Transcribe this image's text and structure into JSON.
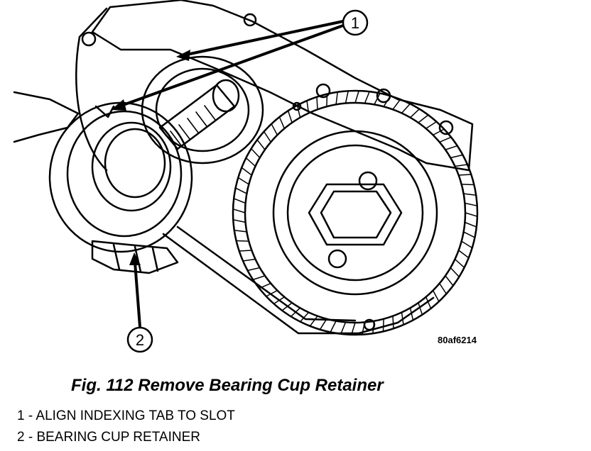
{
  "figure": {
    "caption": "Fig. 112 Remove Bearing Cup Retainer",
    "image_code": "80af6214"
  },
  "callouts": [
    {
      "number": "1"
    },
    {
      "number": "2"
    }
  ],
  "legend": [
    {
      "number": "1",
      "text": "1 - ALIGN INDEXING TAB TO SLOT"
    },
    {
      "number": "2",
      "text": "2 - BEARING CUP RETAINER"
    }
  ]
}
